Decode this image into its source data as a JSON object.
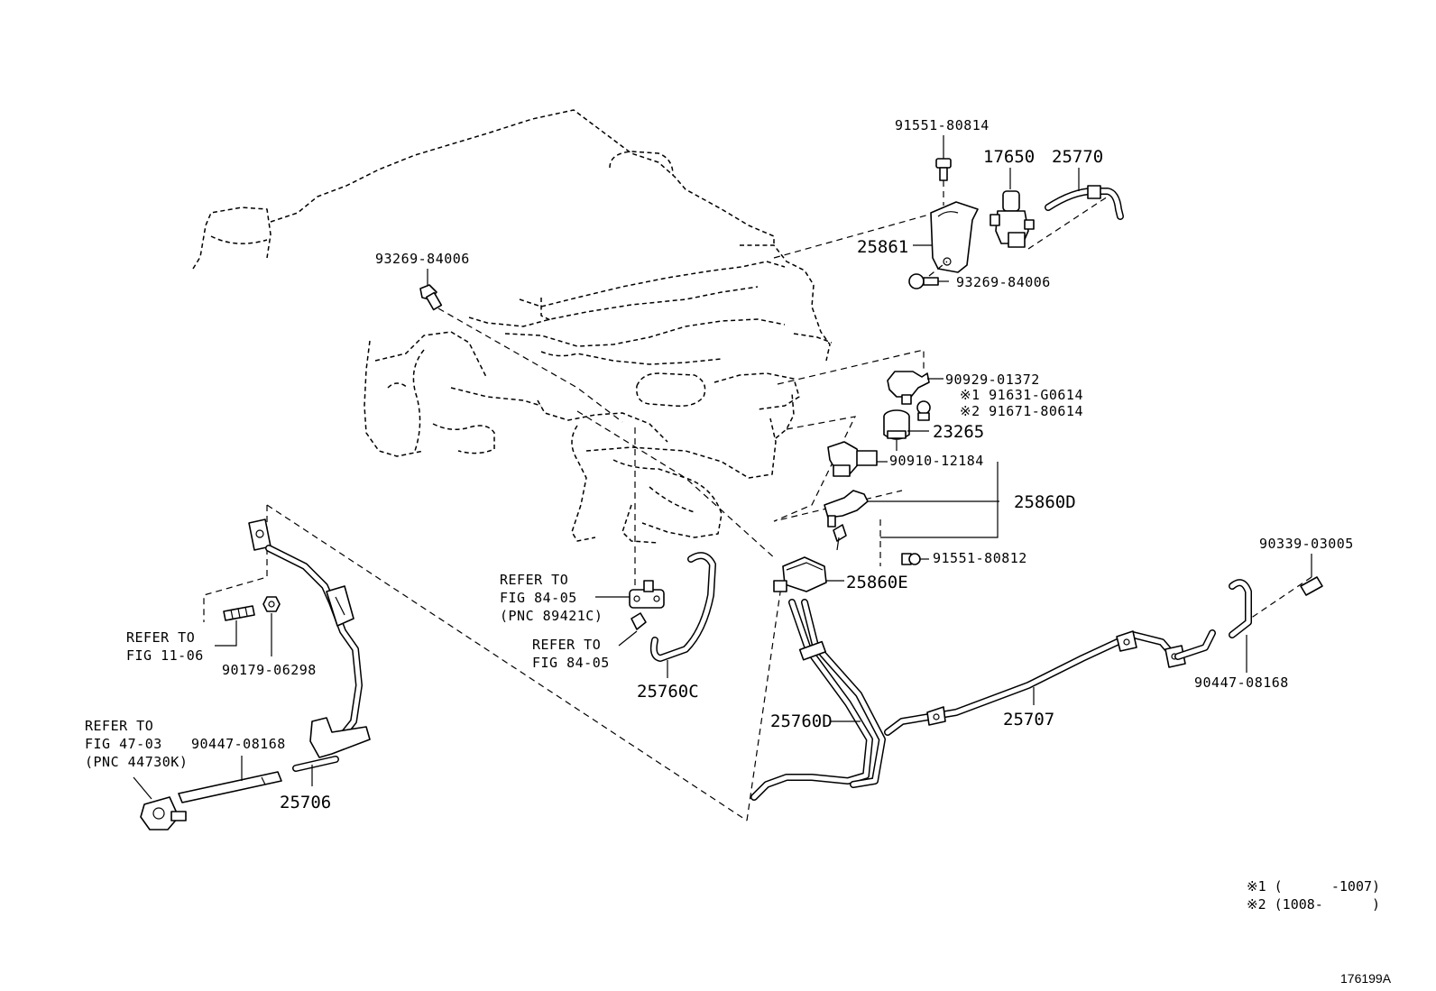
{
  "labels": {
    "p91551_80814": "91551-80814",
    "p17650": "17650",
    "p25770": "25770",
    "p25861": "25861",
    "p93269_84006_right": "93269-84006",
    "p93269_84006_left": "93269-84006",
    "p90929_01372": "90929-01372",
    "p91631_g0614": "※1 91631-G0614",
    "p91671_80614": "※2 91671-80614",
    "p23265": "23265",
    "p90910_12184": "90910-12184",
    "p25860d": "25860D",
    "p91551_80812": "91551-80812",
    "p25860e": "25860E",
    "p90339_03005": "90339-03005",
    "p90447_08168_right": "90447-08168",
    "p25707": "25707",
    "p25760d": "25760D",
    "p25760c": "25760C",
    "p90179_06298": "90179-06298",
    "p90447_08168_left": "90447-08168",
    "p25706": "25706"
  },
  "references": {
    "fig84_05_pnc": [
      "REFER TO",
      "FIG 84-05",
      "(PNC 89421C)"
    ],
    "fig84_05": [
      "REFER TO",
      "FIG 84-05"
    ],
    "fig11_06": [
      "REFER TO",
      "FIG 11-06"
    ],
    "fig47_03": [
      "REFER TO",
      "FIG 47-03",
      "(PNC 44730K)"
    ]
  },
  "notes": {
    "note1": "※1 (      -1007)",
    "note2": "※2 (1008-      )"
  },
  "figure_id": "176199A"
}
